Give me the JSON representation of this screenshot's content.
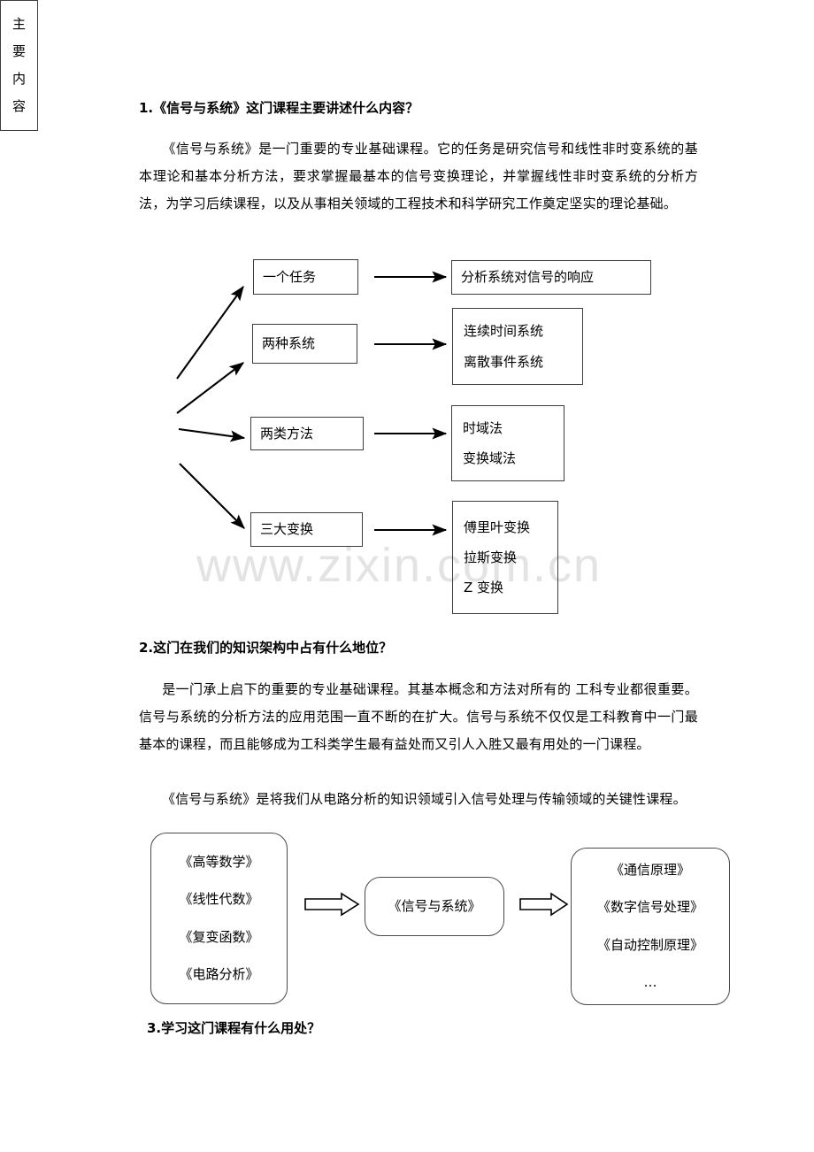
{
  "document": {
    "watermark": "www.zixin.com.cn"
  },
  "section1": {
    "heading": "1.《信号与系统》这门课程主要讲述什么内容？",
    "paragraph": "《信号与系统》是一门重要的专业基础课程。它的任务是研究信号和线性非时变系统的基本理论和基本分析方法，要求掌握最基本的信号变换理论，并掌握线性非时变系统的分析方法，为学习后续课程，以及从事相关领域的工程技术和科学研究工作奠定坚实的理论基础。"
  },
  "diagram1": {
    "root": "主要内容",
    "root_chars": [
      "主",
      "要",
      "内",
      "容"
    ],
    "rows": [
      {
        "middle": "一个任务",
        "right": [
          "分析系统对信号的响应"
        ]
      },
      {
        "middle": "两种系统",
        "right": [
          "连续时间系统",
          "离散事件系统"
        ]
      },
      {
        "middle": "两类方法",
        "right": [
          "时域法",
          "变换域法"
        ]
      },
      {
        "middle": "三大变换",
        "right": [
          "傅里叶变换",
          "拉斯变换",
          "Z 变换"
        ]
      }
    ]
  },
  "section2": {
    "heading": "2.这门在我们的知识架构中占有什么地位？",
    "paragraph1": "是一门承上启下的重要的专业基础课程。其基本概念和方法对所有的 工科专业都很重要。信号与系统的分析方法的应用范围一直不断的在扩大。信号与系统不仅仅是工科教育中一门最基本的课程，而且能够成为工科类学生最有益处而又引人入胜又最有用处的一门课程。",
    "paragraph2": "《信号与系统》是将我们从电路分析的知识领域引入信号处理与传输领域的关键性课程。"
  },
  "diagram2": {
    "left": [
      "《高等数学》",
      "《线性代数》",
      "《复变函数》",
      "《电路分析》"
    ],
    "center": [
      "《信号与系统》"
    ],
    "right": [
      "《通信原理》",
      "《数字信号处理》",
      "《自动控制原理》",
      "…"
    ]
  },
  "section3": {
    "heading": "3.学习这门课程有什么用处？"
  }
}
